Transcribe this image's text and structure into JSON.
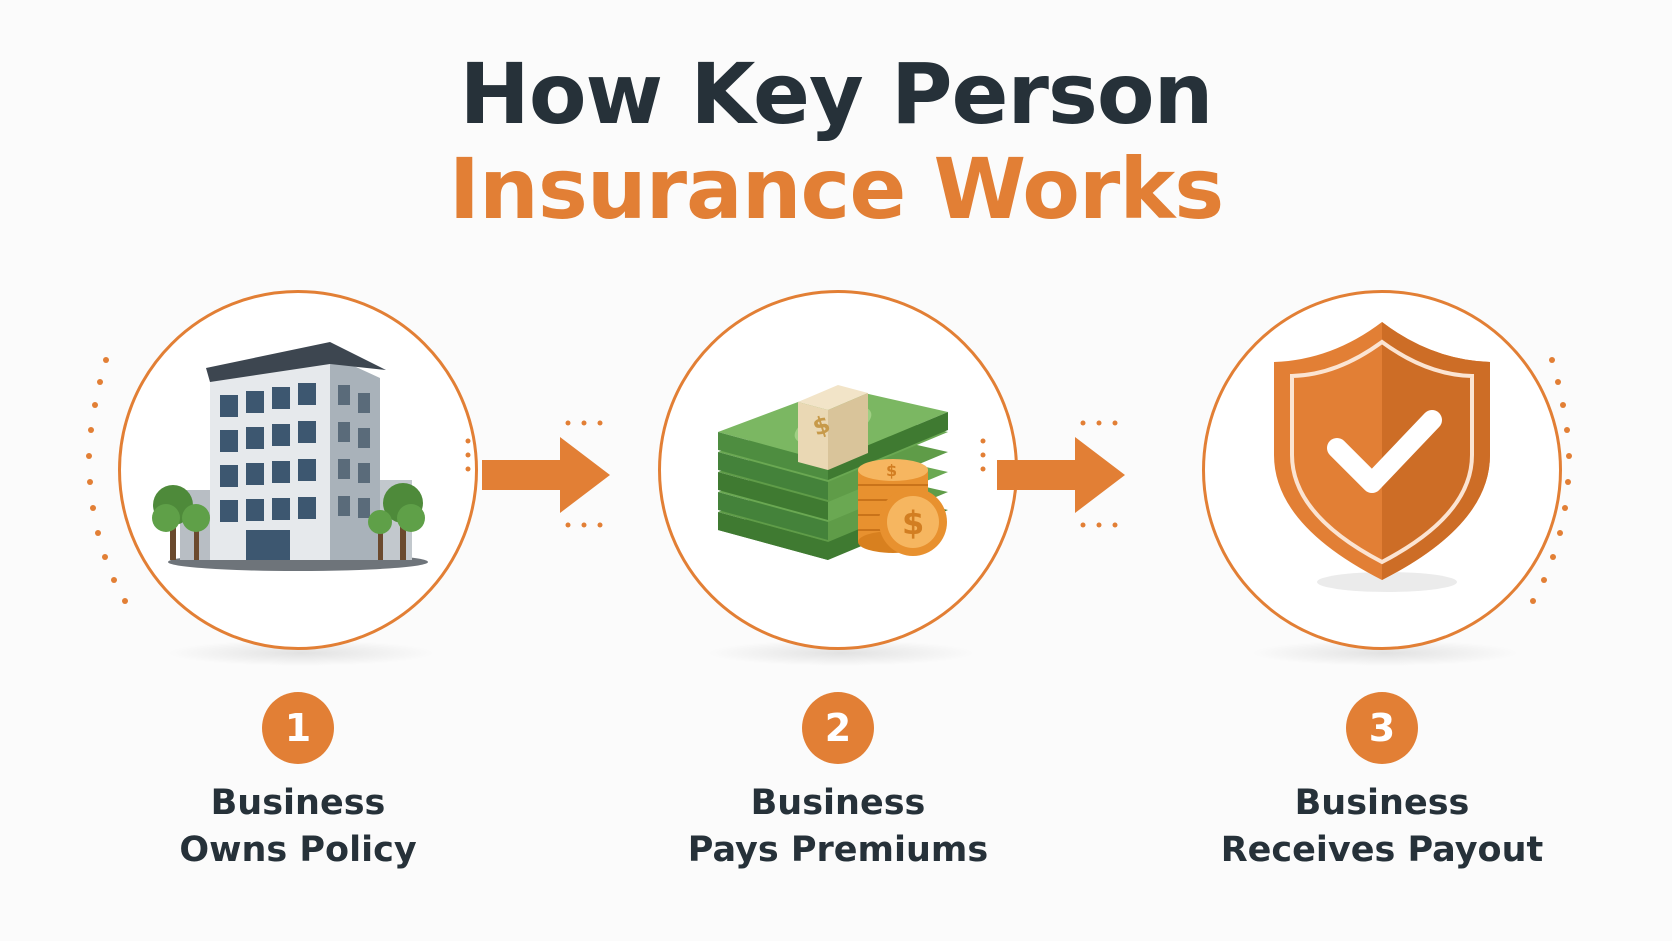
{
  "title": {
    "line1": "How Key Person",
    "line2": "Insurance Works"
  },
  "colors": {
    "title_dark": "#263139",
    "accent_orange": "#e27f35",
    "label_dark": "#263139",
    "money_green": "#5f9c48",
    "coin_gold": "#f0a54a",
    "building_glass": "#3d5770"
  },
  "steps": [
    {
      "number": "1",
      "line1": "Business",
      "line2": "Owns Policy",
      "icon": "office-building-icon"
    },
    {
      "number": "2",
      "line1": "Business",
      "line2": "Pays Premiums",
      "icon": "cash-and-coins-icon"
    },
    {
      "number": "3",
      "line1": "Business",
      "line2": "Receives Payout",
      "icon": "shield-checkmark-icon"
    }
  ]
}
